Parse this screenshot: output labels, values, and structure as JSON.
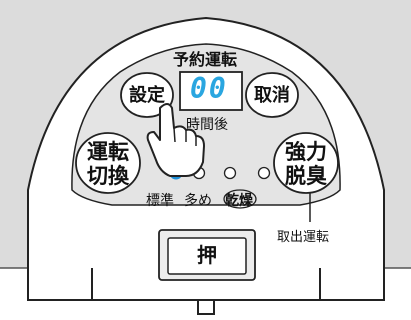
{
  "panel": {
    "colors": {
      "background_gray": "#dcdcdc",
      "panel_white": "#ffffff",
      "outline": "#222222",
      "display_blue": "#2aa6e0",
      "led_blue": "#1e90d8"
    }
  },
  "timer": {
    "title": "予約運転",
    "display_value": "00",
    "hours_after_label": "時間後"
  },
  "buttons": {
    "set_label": "設定",
    "cancel_label": "取消",
    "run_switch_line1": "運転",
    "run_switch_line2": "切換",
    "deodorize_line1": "強力",
    "deodorize_line2": "脱臭",
    "push_label": "押"
  },
  "modes": {
    "standard_label": "標準",
    "large_label": "多め",
    "dry_label": "乾燥",
    "active_index": 0
  },
  "callout": {
    "cancel_run_label": "取出運転"
  },
  "icons": {
    "hand_pointer": "hand-pointer-icon"
  }
}
